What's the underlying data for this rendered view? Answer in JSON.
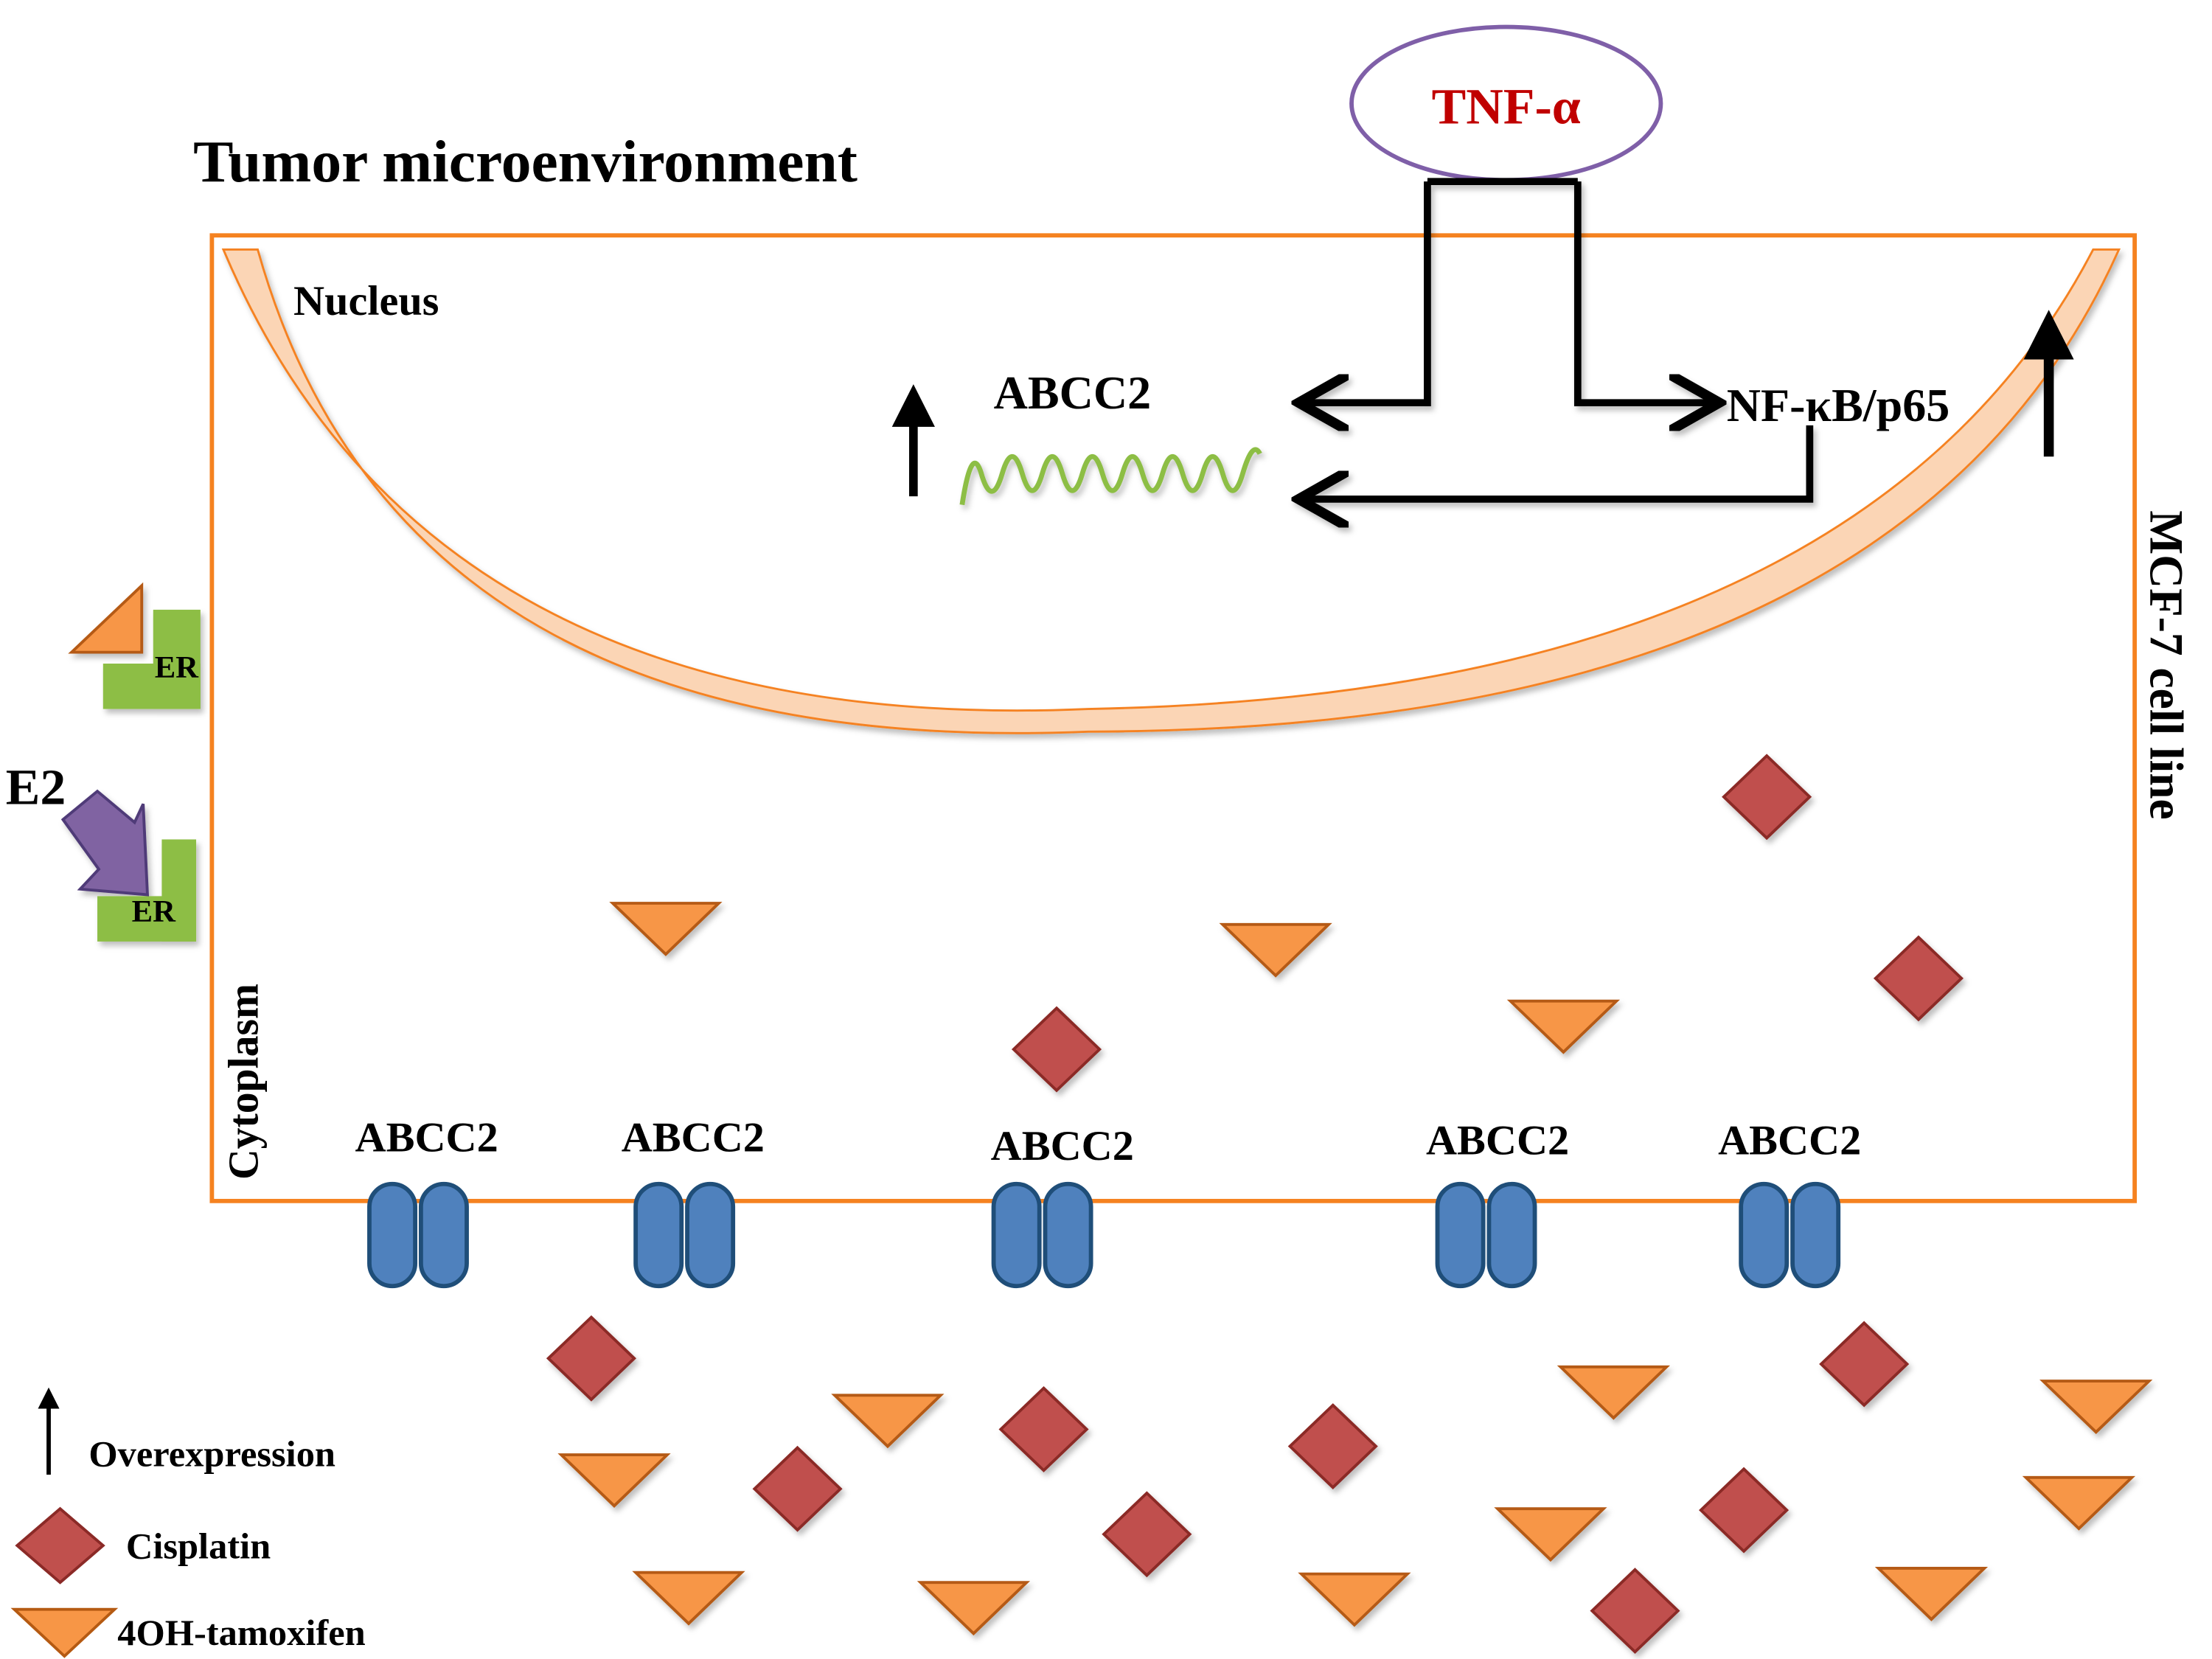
{
  "title": "Tumor microenvironment",
  "ligand": {
    "label": "TNF-α",
    "text_color": "#C00000",
    "outline_color": "#7F5FA8"
  },
  "cell": {
    "label": "MCF-7 cell line",
    "membrane_color": "#F58220",
    "nucleus_label": "Nucleus",
    "cytoplasm_label": "Cytoplasm"
  },
  "nucleus_pathway": {
    "gene_label": "ABCC2",
    "gene_mrna_color": "#8DBE45",
    "transcription_factor": "NF-κB/p65"
  },
  "receptors": [
    {
      "label": "ER",
      "bound_ligand": "4OH-tamoxifen"
    },
    {
      "label": "ER",
      "bound_ligand": "E2"
    }
  ],
  "e2_label": "E2",
  "transporters": [
    {
      "label": "ABCC2"
    },
    {
      "label": "ABCC2"
    },
    {
      "label": "ABCC2"
    },
    {
      "label": "ABCC2"
    },
    {
      "label": "ABCC2"
    }
  ],
  "legend": {
    "items": [
      {
        "icon": "up-arrow-icon",
        "label": "Overexpression"
      },
      {
        "icon": "red-diamond-icon",
        "label": "Cisplatin",
        "color": "#C0504D"
      },
      {
        "icon": "orange-triangle-icon",
        "label": "4OH-tamoxifen",
        "color": "#F79646"
      }
    ]
  },
  "colors": {
    "transporter": "#4F81BD",
    "receptor": "#8DBE45",
    "e2_arrow": "#8064A2",
    "cisplatin": "#C0504D",
    "tamoxifen": "#F79646",
    "nuclear_envelope": "#FBD5B5"
  }
}
